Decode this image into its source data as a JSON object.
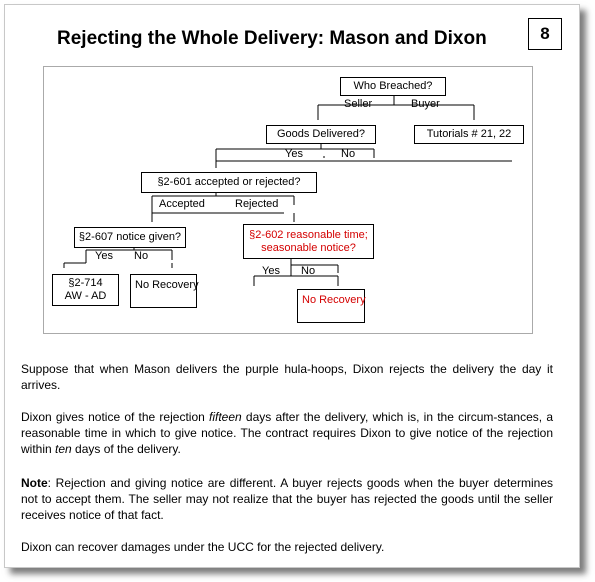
{
  "slide": {
    "title": "Rejecting the Whole Delivery: Mason and Dixon",
    "page_number": "8"
  },
  "diagram": {
    "who_breached": "Who Breached?",
    "seller_label": "Seller",
    "buyer_label": "Buyer",
    "goods_delivered": "Goods Delivered?",
    "tutorials": "Tutorials # 21, 22",
    "yes_1": "Yes",
    "no_1": "No",
    "s2601": "§2-601 accepted or rejected?",
    "accepted": "Accepted",
    "rejected": "Rejected",
    "s2607": "§2-607 notice given?",
    "yes_2": "Yes",
    "no_2": "No",
    "s2602_line1": "§2-602  reasonable time;",
    "s2602_line2": "seasonable notice?",
    "yes_3": "Yes",
    "no_3": "No",
    "s2714_line1": "§2-714",
    "s2714_line2": "AW  -  AD",
    "no_recovery_1": "No Recovery",
    "no_recovery_2": "No Recovery"
  },
  "text": {
    "p1": "Suppose that when Mason delivers the purple hula-hoops, Dixon rejects the delivery the day it arrives.",
    "p2_a": "Dixon gives notice of the rejection ",
    "p2_em1": "fifteen",
    "p2_b": " days after the delivery, which is, in the circum-stances, a reasonable time in which to give notice. The contract requires Dixon to give notice of the rejection within ",
    "p2_em2": "ten",
    "p2_c": " days of the delivery.",
    "p3_bold": "Note",
    "p3_rest": ": Rejection and giving notice are different.  A buyer rejects goods when the buyer determines not to accept them.  The seller may not realize that the buyer has rejected the goods until the seller receives notice of that fact.",
    "p4": "Dixon can recover damages under the UCC for the rejected delivery."
  },
  "colors": {
    "highlight_red": "#d40000"
  }
}
